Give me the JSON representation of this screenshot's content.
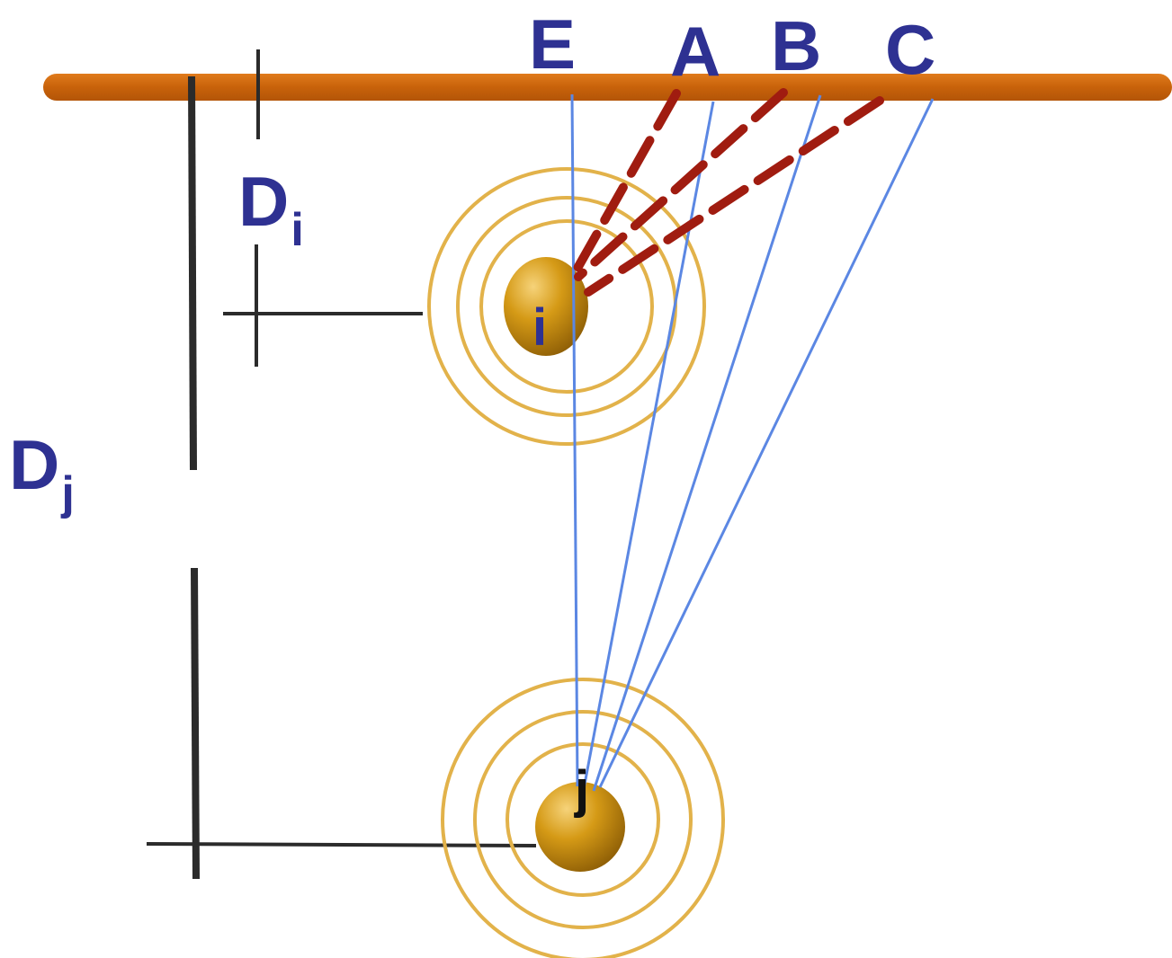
{
  "surface_labels": {
    "E": "E",
    "A": "A",
    "B": "B",
    "C": "C"
  },
  "distance_labels": {
    "Di_main": "D",
    "Di_sub": "i",
    "Dj_main": "D",
    "Dj_sub": "j"
  },
  "atom_labels": {
    "i": "i",
    "j": "j"
  },
  "colors": {
    "surface": "#c8620a",
    "label_blue": "#2e3192",
    "ring": "#e2b24a",
    "atom_gold": "#c9900e",
    "blue_line": "#5b87e3",
    "dashed_red": "#a01c10",
    "dimension_line": "#2b2b2b"
  }
}
